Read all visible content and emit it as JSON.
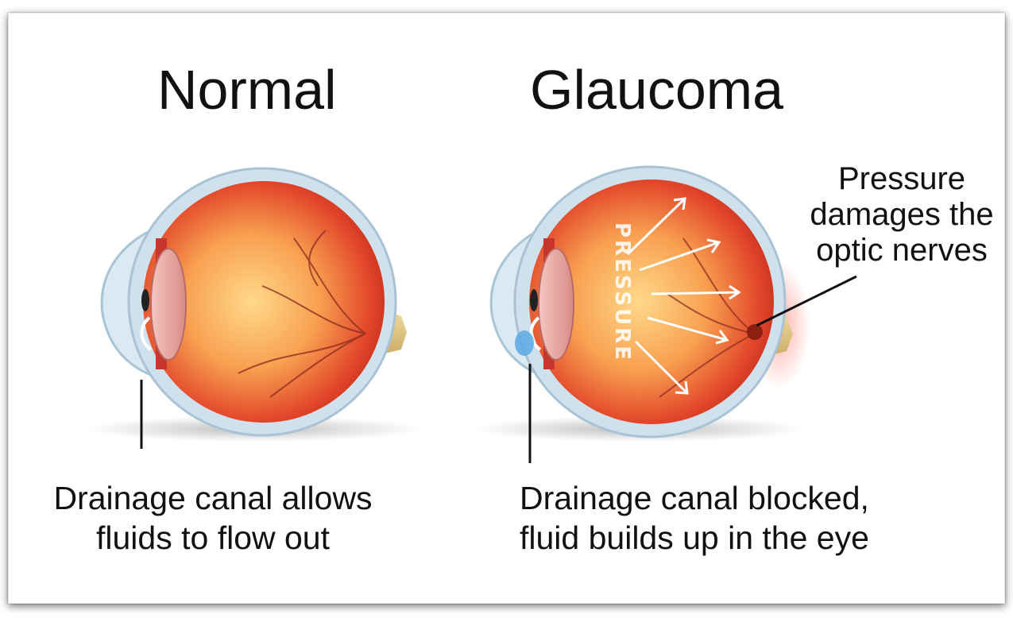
{
  "panels": {
    "normal": {
      "title": "Normal",
      "caption_line1": "Drainage canal allows",
      "caption_line2": "fluids to flow out"
    },
    "glaucoma": {
      "title": "Glaucoma",
      "caption_line1": "Drainage canal blocked,",
      "caption_line2": "fluid builds up in the eye",
      "pressure_word": "PRESSURE",
      "note_line1": "Pressure",
      "note_line2": "damages the",
      "note_line3": "optic nerves"
    }
  },
  "colors": {
    "eyeball": "#e2452a",
    "eyeball_center": "#ffd27a",
    "sclera": "#c8dce8",
    "nerve": "#e6cf8c",
    "blockage": "#5aa9e6",
    "text": "#111111"
  }
}
